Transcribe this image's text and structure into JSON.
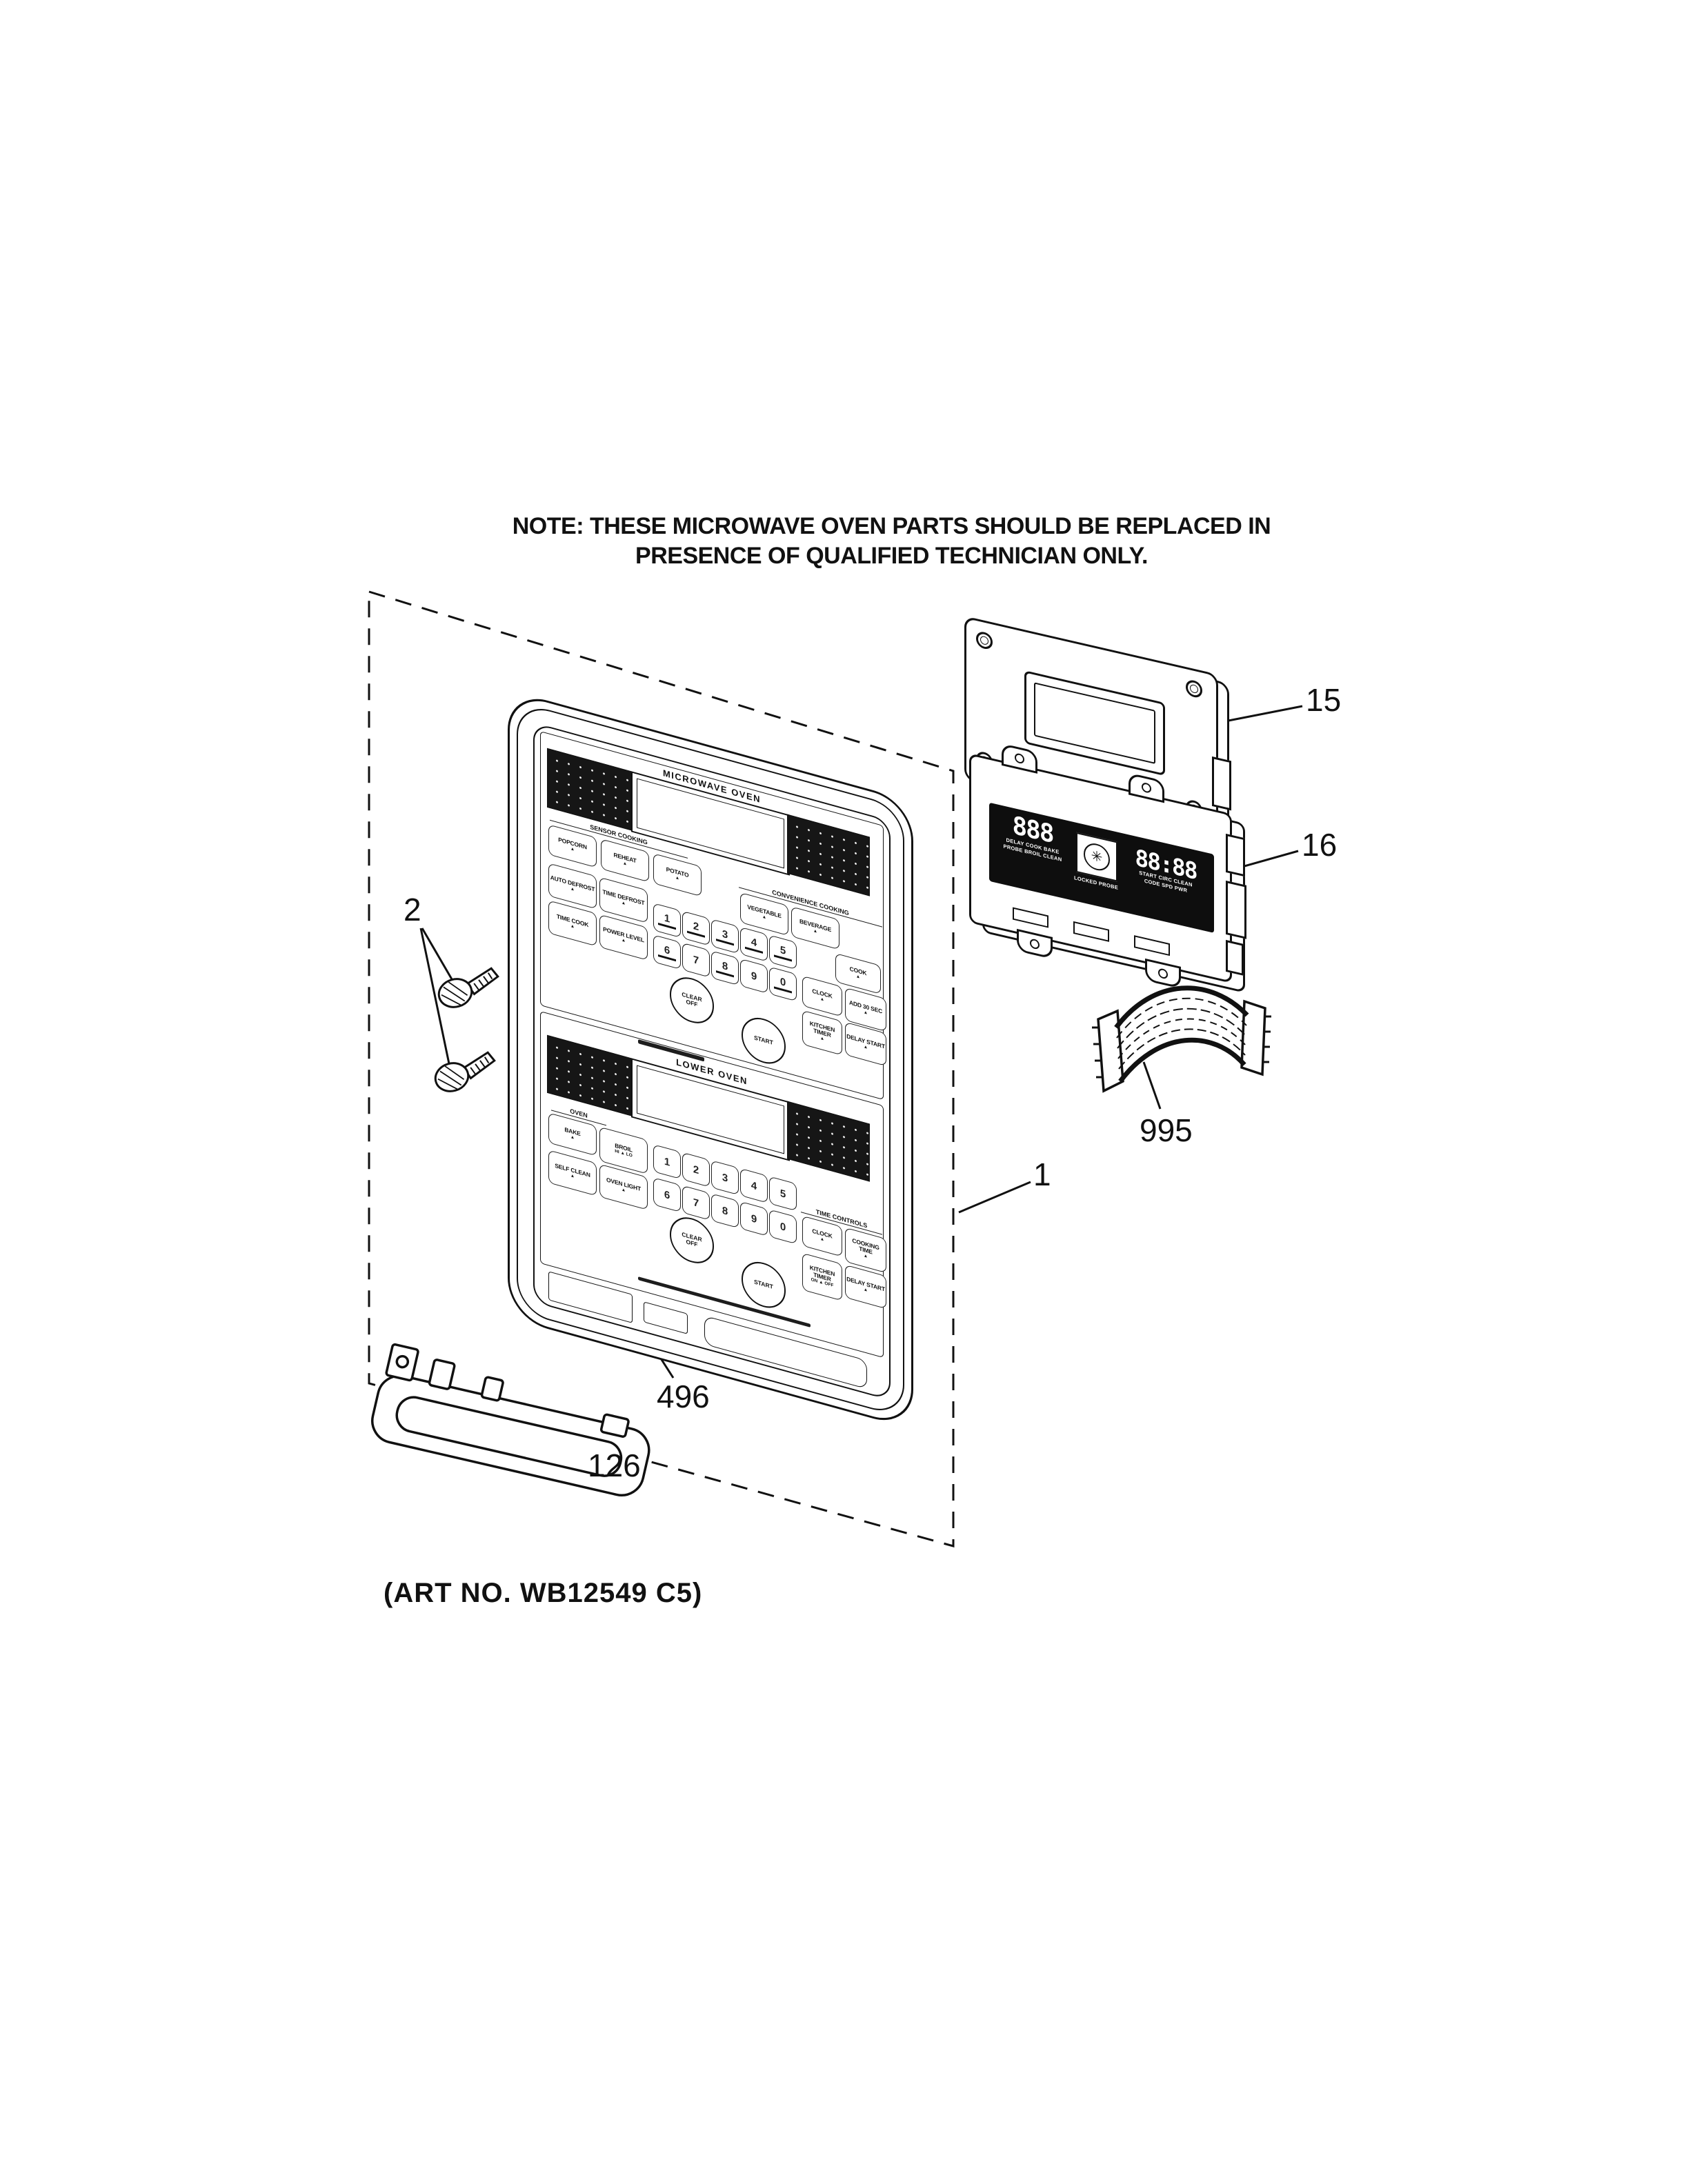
{
  "note": {
    "line1": "NOTE: THESE MICROWAVE OVEN PARTS SHOULD BE REPLACED IN",
    "line2": "PRESENCE OF QUALIFIED TECHNICIAN ONLY."
  },
  "art_no": "(ART NO. WB12549 C5)",
  "labels": {
    "panel": "1",
    "screws": "2",
    "display_board": "15",
    "control_board": "16",
    "handle": "126",
    "rings": "496",
    "cable": "995"
  },
  "icons": {
    "arrow": "▲"
  },
  "microwave": {
    "title": "MICROWAVE OVEN",
    "sensor_header": "SENSOR COOKING",
    "convenience_header": "CONVENIENCE COOKING",
    "popcorn": "POPCORN",
    "reheat": "REHEAT",
    "potato": "POTATO",
    "vegetable": "VEGETABLE",
    "beverage": "BEVERAGE",
    "cook": "COOK",
    "auto_defrost": "AUTO DEFROST",
    "time_defrost": "TIME DEFROST",
    "time_cook": "TIME COOK",
    "power_level": "POWER LEVEL",
    "digits": [
      "1",
      "2",
      "3",
      "4",
      "5",
      "6",
      "7",
      "8",
      "9",
      "0"
    ],
    "clock": "CLOCK",
    "add_30_sec": "ADD 30 SEC",
    "kitchen_timer": "KITCHEN TIMER",
    "delay_start": "DELAY START",
    "clear_off": "CLEAR OFF",
    "start": "START"
  },
  "lower_oven": {
    "title": "LOWER OVEN",
    "oven_header": "OVEN",
    "time_header": "TIME CONTROLS",
    "bake": "BAKE",
    "broil": "BROIL",
    "broil_sub": "HI ▲ LO",
    "self_clean": "SELF CLEAN",
    "oven_light": "OVEN LIGHT",
    "digits": [
      "1",
      "2",
      "3",
      "4",
      "5",
      "6",
      "7",
      "8",
      "9",
      "0"
    ],
    "clock": "CLOCK",
    "cooking_time": "COOKING TIME",
    "kitchen_timer": "KITCHEN TIMER",
    "kitchen_timer_sub": "ON ▲ OFF",
    "delay_start": "DELAY START",
    "clear_off": "CLEAR OFF",
    "start": "START"
  },
  "erc_display": {
    "left_digits": "888",
    "right_digits": "88:88",
    "left_annunciators_1": "DELAY COOK BAKE",
    "left_annunciators_2": "PROBE BROIL CLEAN",
    "mid_annunciator": "LOCKED PROBE",
    "right_annunciators_1": "START CIRC CLEAN",
    "right_annunciators_2": "CODE SPD PWR"
  }
}
